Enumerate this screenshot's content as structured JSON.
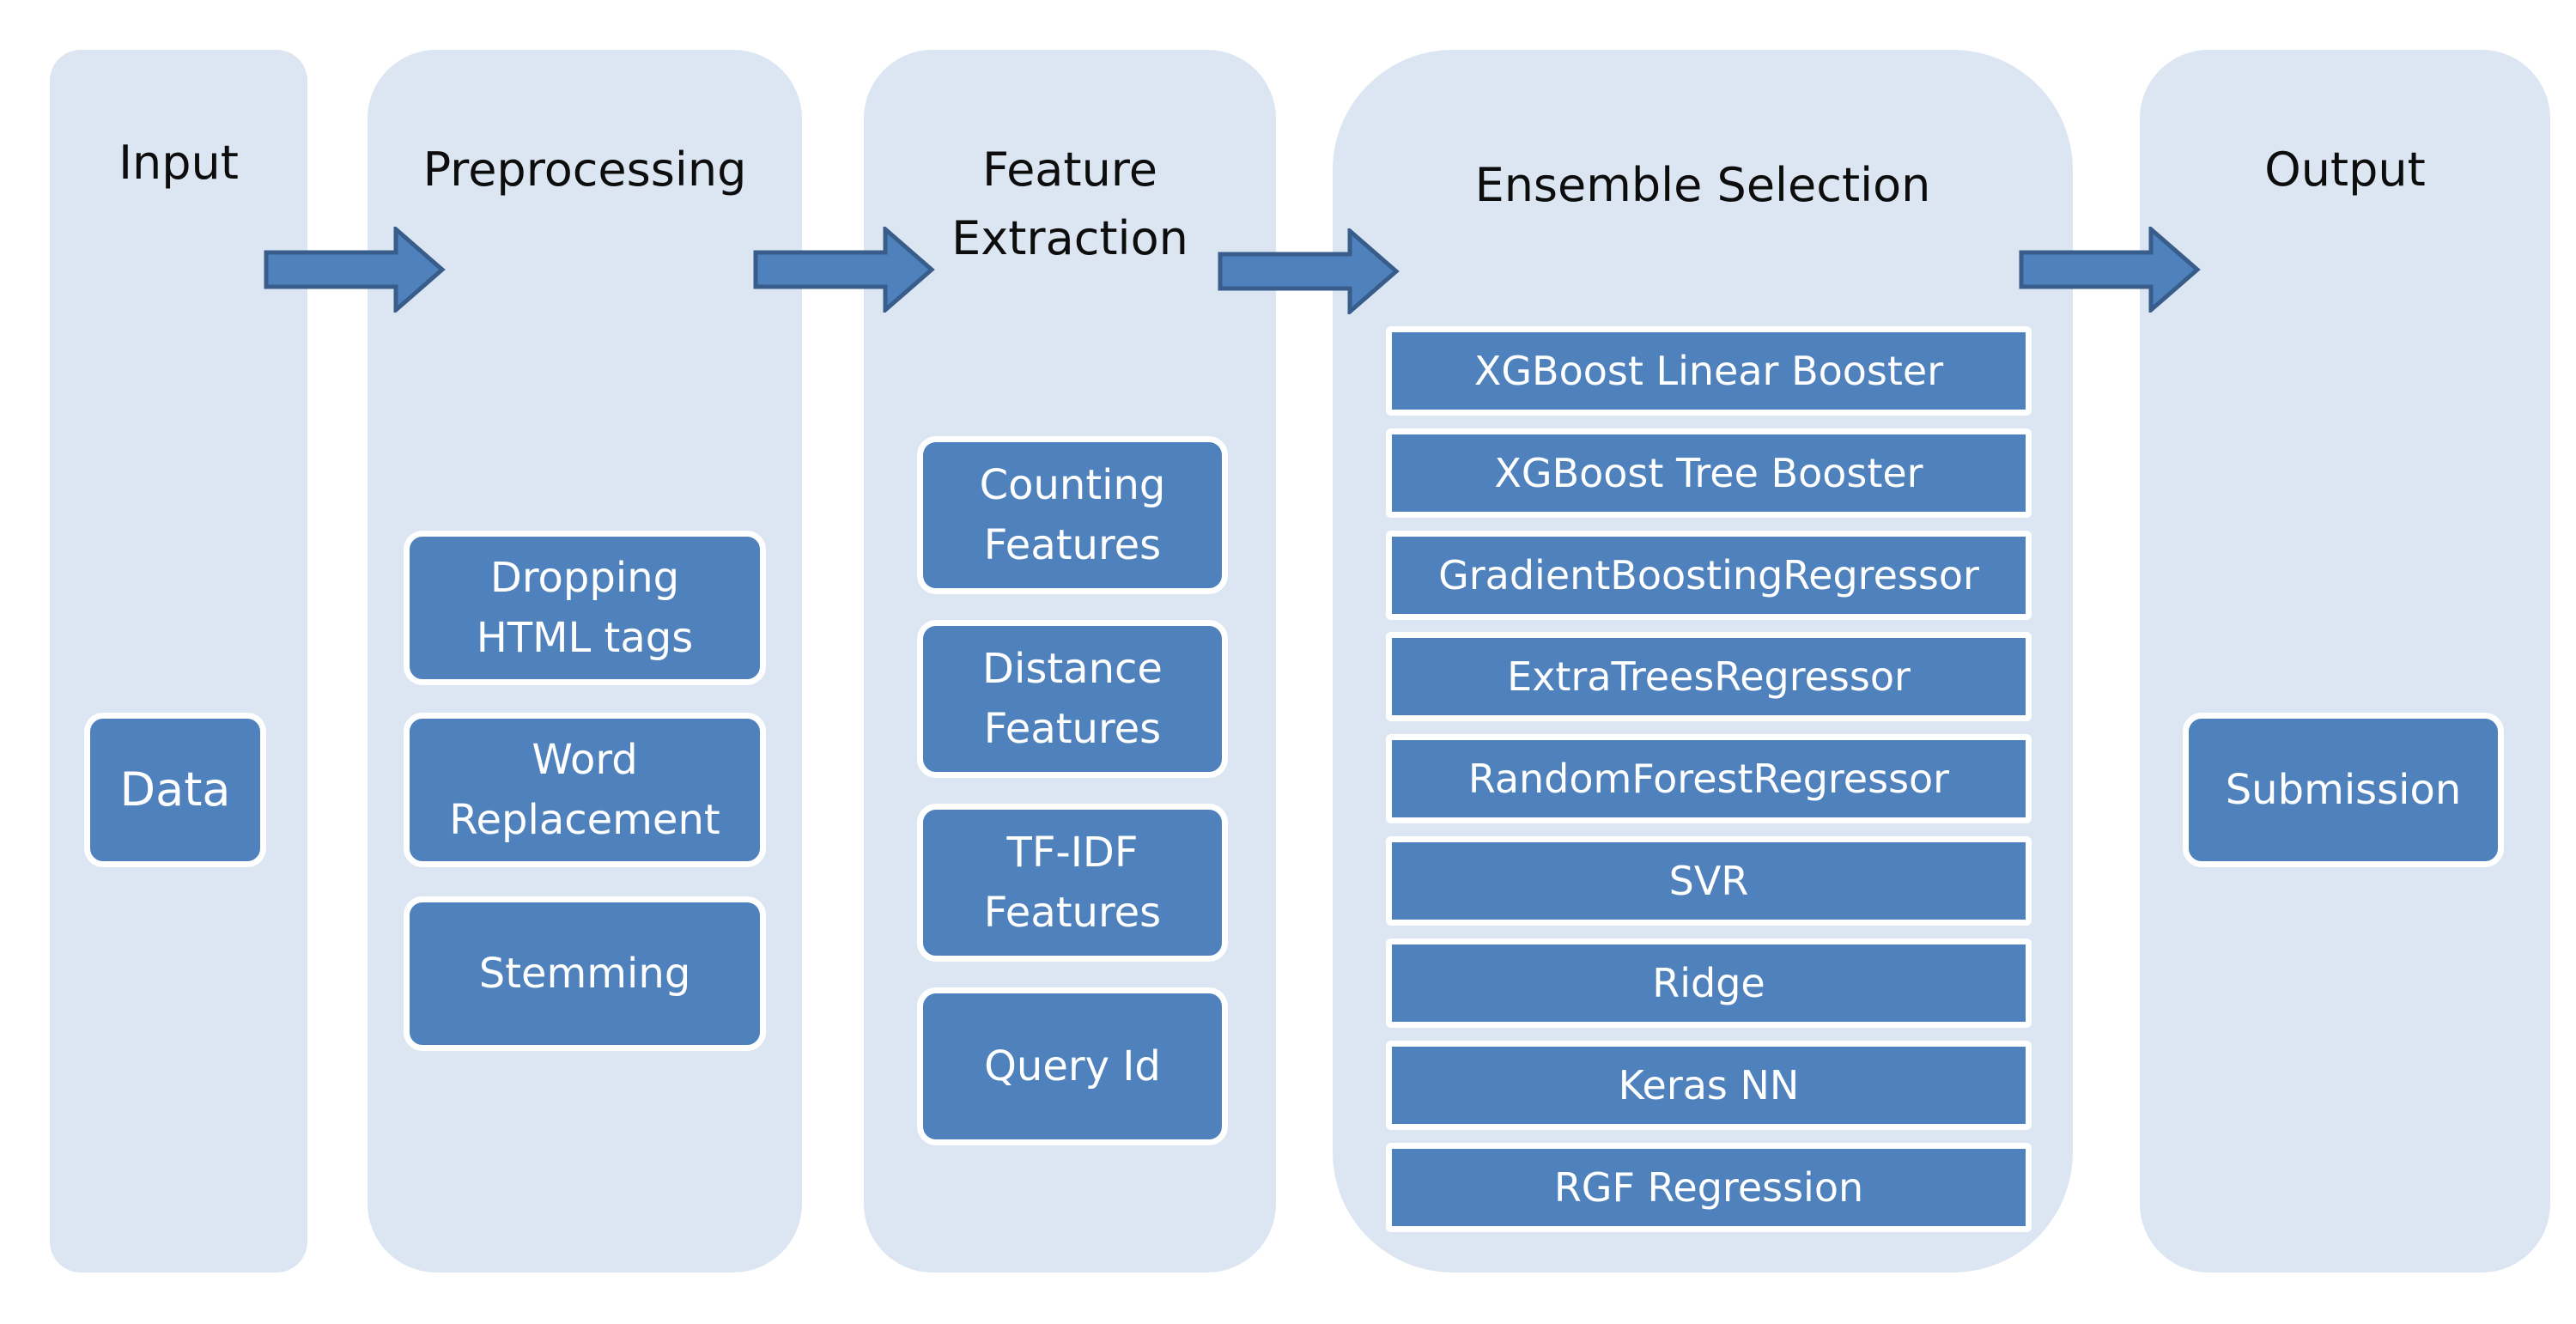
{
  "columns": [
    {
      "title": "Input"
    },
    {
      "title": "Preprocessing"
    },
    {
      "title": "Feature\nExtraction"
    },
    {
      "title": "Ensemble Selection"
    },
    {
      "title": "Output"
    }
  ],
  "input": {
    "data": "Data"
  },
  "preprocessing": {
    "items": [
      "Dropping\nHTML tags",
      "Word\nReplacement",
      "Stemming"
    ]
  },
  "features": {
    "items": [
      "Counting\nFeatures",
      "Distance\nFeatures",
      "TF-IDF\nFeatures",
      "Query Id"
    ]
  },
  "ensemble": {
    "items": [
      "XGBoost  Linear Booster",
      "XGBoost Tree Booster",
      "GradientBoostingRegressor",
      "ExtraTreesRegressor",
      "RandomForestRegressor",
      "SVR",
      "Ridge",
      "Keras NN",
      "RGF Regression"
    ]
  },
  "output": {
    "submission": "Submission"
  },
  "colors": {
    "column_bg": "#dce6f2",
    "box_fill": "#4f81bd",
    "arrow_fill": "#4f81bd",
    "arrow_stroke": "#385d8a"
  }
}
